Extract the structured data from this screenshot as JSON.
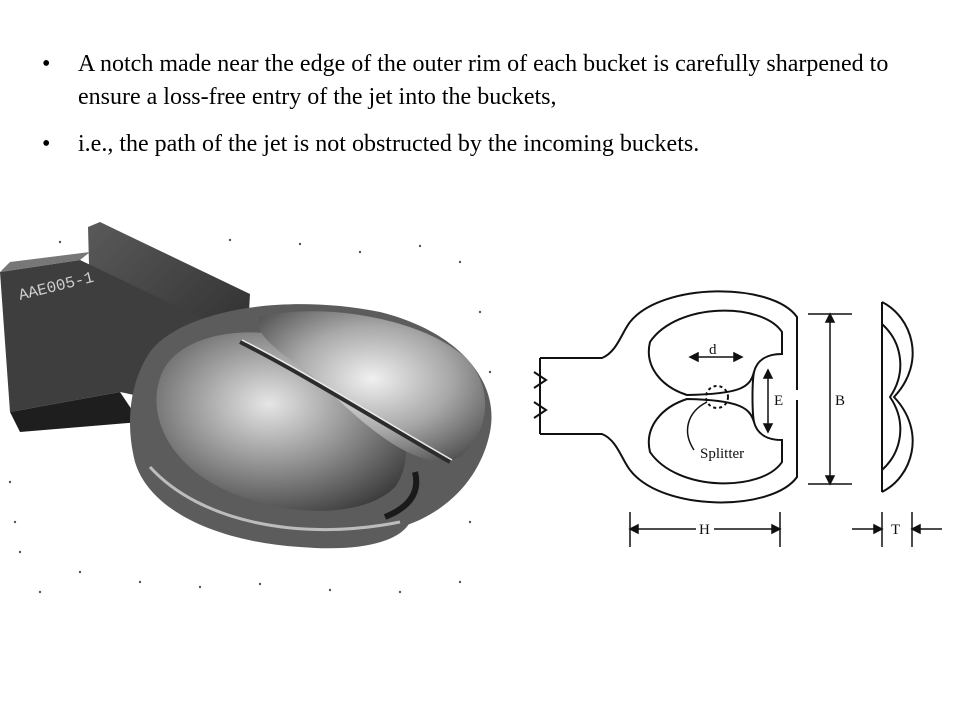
{
  "bullets": [
    {
      "marker": "•",
      "text": "A notch made near the edge of the outer rim of each bucket is carefully sharpened to ensure a loss-free entry of the jet into the buckets,"
    },
    {
      "marker": "•",
      "text": "i.e., the path of the jet is not obstructed by the incoming buckets."
    }
  ],
  "photo": {
    "stamp_text": "AAE005-1",
    "colors": {
      "metal_dark": "#2a2a2a",
      "metal_mid": "#6e6e6e",
      "metal_light": "#d8d8d8"
    }
  },
  "drawing": {
    "labels": {
      "d": "d",
      "e": "E",
      "b": "B",
      "h": "H",
      "t": "T",
      "splitter": "Splitter"
    }
  }
}
